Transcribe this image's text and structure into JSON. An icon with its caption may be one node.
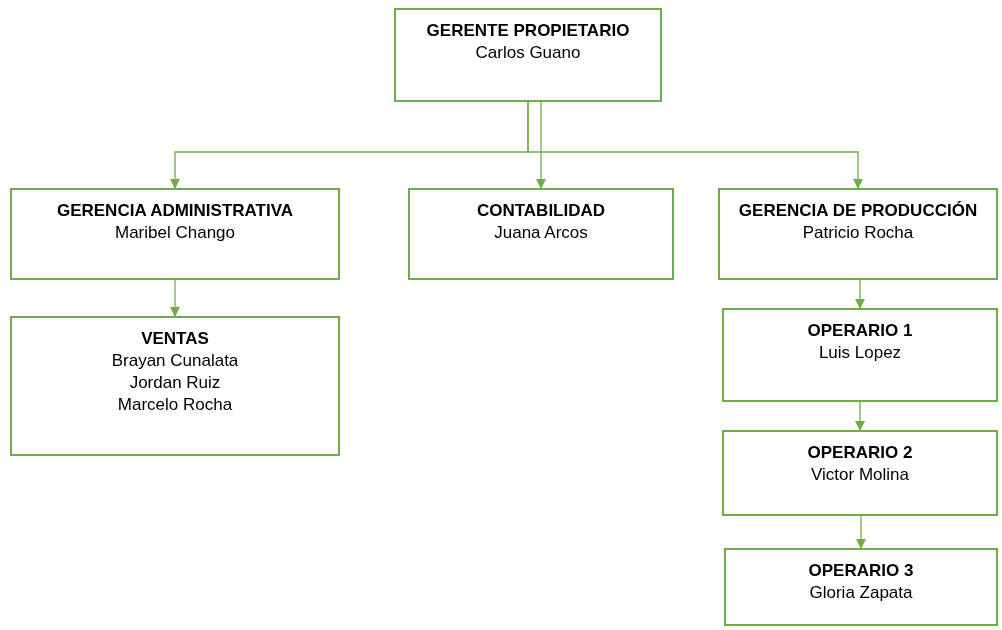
{
  "diagram": {
    "nodes": [
      {
        "text": [
          "GERENTE PROPIETARIO",
          "Carlos Guano"
        ]
      },
      {
        "text": [
          "GERENCIA ADMINISTRATIVA",
          "Maribel Chango"
        ]
      },
      {
        "text": [
          "CONTABILIDAD",
          "Juana Arcos"
        ]
      },
      {
        "text": [
          "GERENCIA DE PRODUCCIÓN",
          "Patricio Rocha"
        ]
      },
      {
        "text": [
          "VENTAS",
          "Brayan Cunalata",
          "Jordan Ruiz",
          "Marcelo Rocha"
        ]
      },
      {
        "text": [
          "OPERARIO 1",
          "Luis Lopez"
        ]
      },
      {
        "text": [
          "OPERARIO 2",
          "Victor Molina"
        ]
      },
      {
        "text": [
          "OPERARIO 3",
          "Gloria Zapata"
        ]
      }
    ],
    "edges": [
      {
        "from": 0,
        "to": 1,
        "arrow": "to"
      },
      {
        "from": 0,
        "to": 2,
        "arrow": "to"
      },
      {
        "from": 0,
        "to": 3,
        "arrow": "to"
      },
      {
        "from": 1,
        "to": 4,
        "arrow": "to"
      },
      {
        "from": 3,
        "to": 5,
        "arrow": "to"
      },
      {
        "from": 5,
        "to": 6,
        "arrow": "to"
      },
      {
        "from": 6,
        "to": 7,
        "arrow": "to"
      }
    ]
  }
}
